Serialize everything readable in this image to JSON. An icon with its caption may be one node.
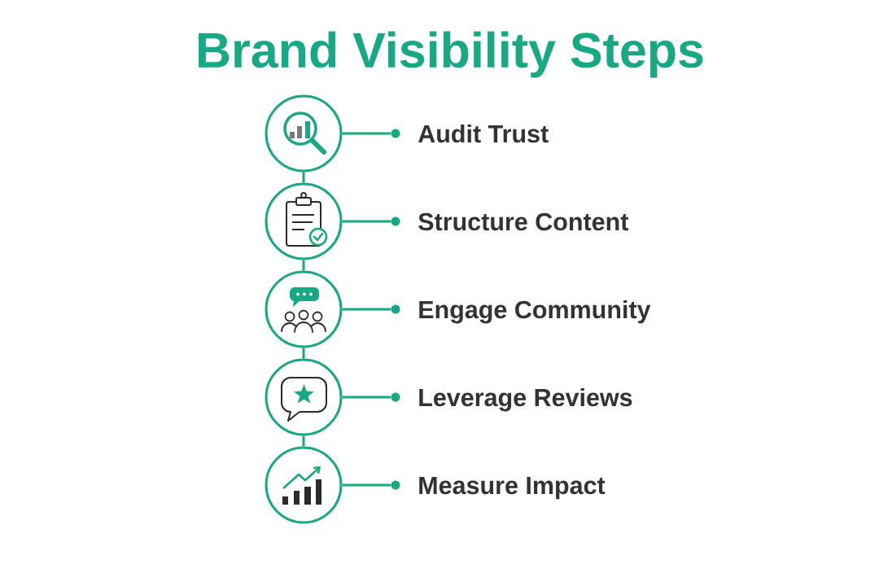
{
  "diagram": {
    "title": "Brand Visibility Steps",
    "nodes": [
      {
        "text": [],
        "shape": "circle"
      },
      {
        "text": [],
        "shape": "dot"
      },
      {
        "text": [
          "Audit Trust"
        ]
      },
      {
        "text": [],
        "shape": "circle"
      },
      {
        "text": [],
        "shape": "dot"
      },
      {
        "text": [
          "Structure Content"
        ]
      },
      {
        "text": [],
        "shape": "circle"
      },
      {
        "text": [],
        "shape": "dot"
      },
      {
        "text": [
          "Engage Community"
        ]
      },
      {
        "text": [],
        "shape": "circle"
      },
      {
        "text": [],
        "shape": "dot"
      },
      {
        "text": [
          "Leverage Reviews"
        ]
      },
      {
        "text": [],
        "shape": "circle"
      },
      {
        "text": [],
        "shape": "dot"
      },
      {
        "text": [
          "Measure Impact"
        ]
      }
    ],
    "edges": [
      {
        "from": 0,
        "to": 1,
        "arrow": "none"
      },
      {
        "from": 0,
        "to": 3,
        "arrow": "none"
      },
      {
        "from": 3,
        "to": 4,
        "arrow": "none"
      },
      {
        "from": 3,
        "to": 6,
        "arrow": "none"
      },
      {
        "from": 6,
        "to": 7,
        "arrow": "none"
      },
      {
        "from": 6,
        "to": 9,
        "arrow": "none"
      },
      {
        "from": 9,
        "to": 10,
        "arrow": "none"
      },
      {
        "from": 9,
        "to": 12,
        "arrow": "none"
      },
      {
        "from": 12,
        "to": 13,
        "arrow": "none"
      }
    ]
  }
}
